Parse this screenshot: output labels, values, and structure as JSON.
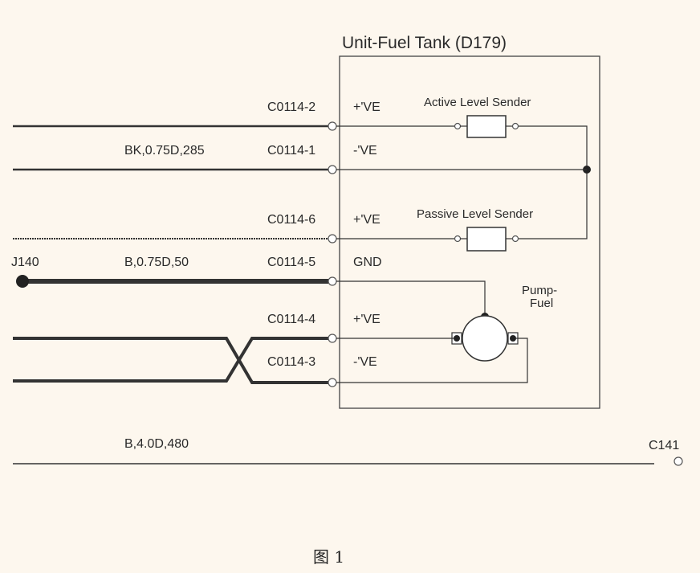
{
  "unit": {
    "title": "Unit-Fuel Tank (D179)"
  },
  "connectors": {
    "c2": {
      "id": "C0114-2",
      "sig": "+'VE"
    },
    "c1": {
      "id": "C0114-1",
      "sig": "-'VE"
    },
    "c6": {
      "id": "C0114-6",
      "sig": "+'VE"
    },
    "c5": {
      "id": "C0114-5",
      "sig": "GND"
    },
    "c4": {
      "id": "C0114-4",
      "sig": "+'VE"
    },
    "c3": {
      "id": "C0114-3",
      "sig": "-'VE"
    }
  },
  "wires": {
    "w1": "BK,0.75D,285",
    "w5": "B,0.75D,50",
    "w_bottom": "B,4.0D,480"
  },
  "labels": {
    "splice_left": "J140",
    "connector_right": "C141",
    "active_sender": "Active Level Sender",
    "passive_sender": "Passive Level Sender",
    "pump_line1": "Pump-",
    "pump_line2": "Fuel"
  },
  "caption": "图 1"
}
